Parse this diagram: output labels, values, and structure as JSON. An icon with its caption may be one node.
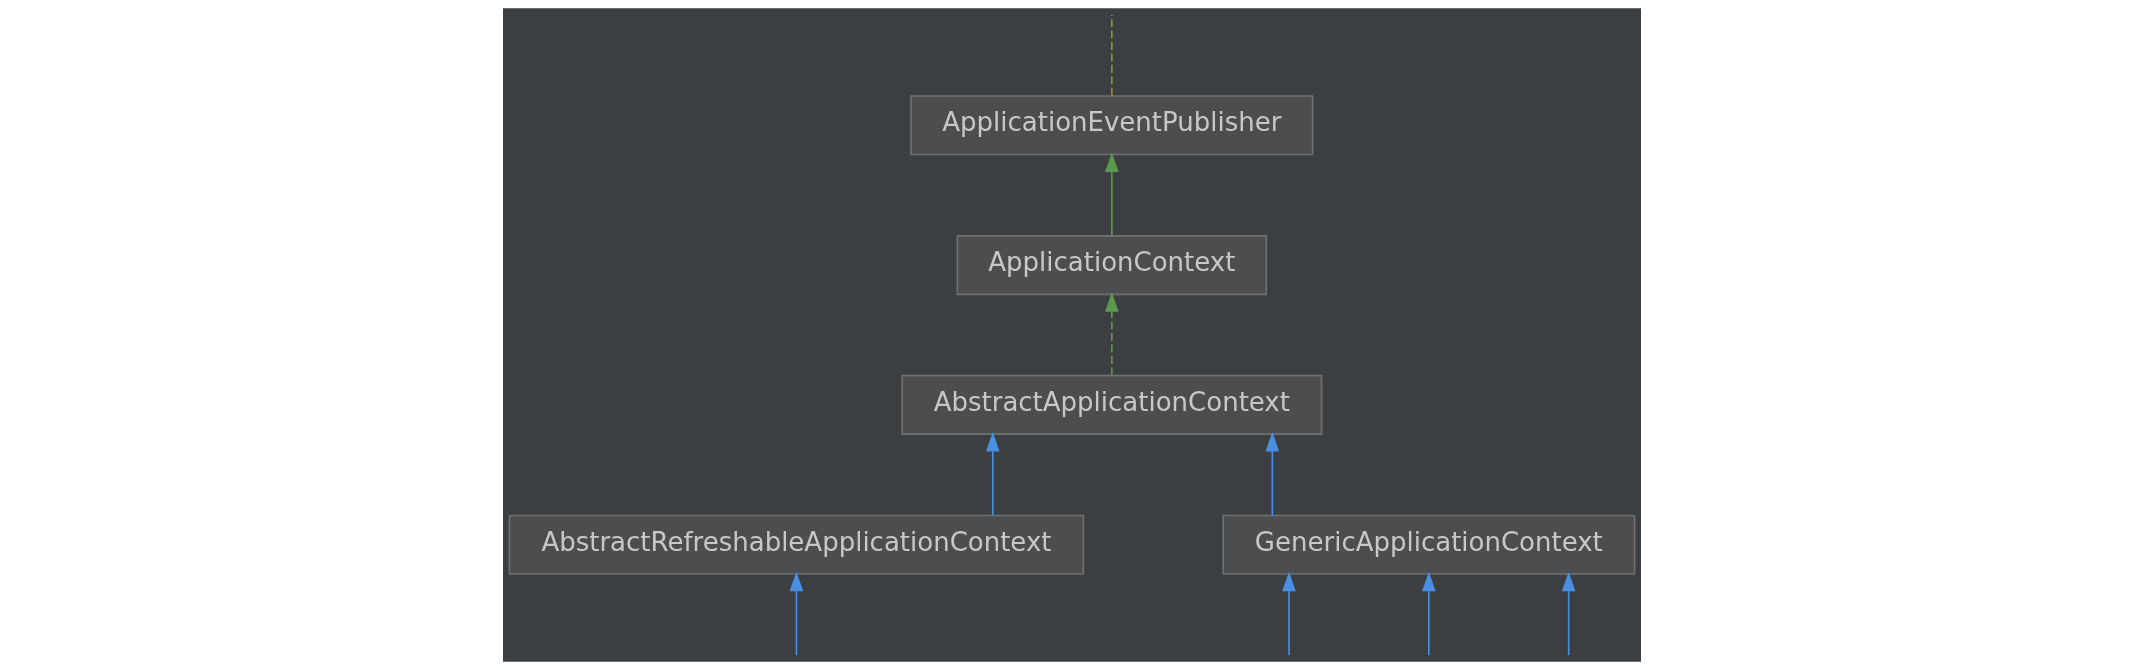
{
  "diagram": {
    "nodes": [
      {
        "text": [
          "ApplicationEventPublisher"
        ]
      },
      {
        "text": [
          "ApplicationContext"
        ]
      },
      {
        "text": [
          "AbstractApplicationContext"
        ]
      },
      {
        "text": [
          "AbstractRefreshableApplicationContext"
        ]
      },
      {
        "text": [
          "GenericApplicationContext"
        ]
      }
    ],
    "edges": [
      {
        "from": 0,
        "to": null,
        "arrow": "none",
        "style": "dashed",
        "color": "#8f8f3a"
      },
      {
        "from": 1,
        "to": 0,
        "arrow": "to",
        "color": "#5b9a4a"
      },
      {
        "from": 2,
        "to": 1,
        "arrow": "to",
        "style": "dashed",
        "color": "#5b9a4a"
      },
      {
        "from": 3,
        "to": 2,
        "arrow": "to"
      },
      {
        "from": 4,
        "to": 2,
        "arrow": "to"
      },
      {
        "from": null,
        "to": 3,
        "arrow": "to"
      },
      {
        "from": null,
        "to": 4,
        "arrow": "to"
      },
      {
        "from": null,
        "to": 4,
        "arrow": "to"
      },
      {
        "from": null,
        "to": 4,
        "arrow": "to"
      }
    ]
  }
}
